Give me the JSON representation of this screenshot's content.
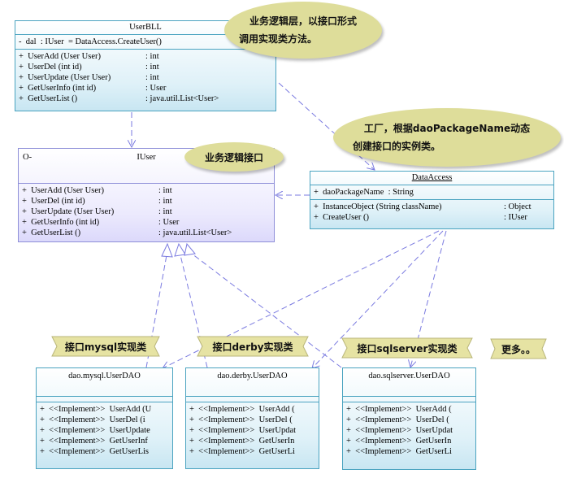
{
  "userbll": {
    "name": "UserBLL",
    "fields": [
      {
        "sig": "-  dal  : IUser  = DataAccess.CreateUser()"
      }
    ],
    "methods": [
      {
        "sig": "+  UserAdd (User User)",
        "ret": ": int"
      },
      {
        "sig": "+  UserDel (int id)",
        "ret": ": int"
      },
      {
        "sig": "+  UserUpdate (User User)",
        "ret": ": int"
      },
      {
        "sig": "+  GetUserInfo (int id)",
        "ret": ": User"
      },
      {
        "sig": "+  GetUserList ()",
        "ret": ": java.util.List<User>"
      }
    ]
  },
  "iuser": {
    "marker": "O-",
    "name": "IUser",
    "methods": [
      {
        "sig": "+  UserAdd (User User)",
        "ret": ": int"
      },
      {
        "sig": "+  UserDel (int id)",
        "ret": ": int"
      },
      {
        "sig": "+  UserUpdate (User User)",
        "ret": ": int"
      },
      {
        "sig": "+  GetUserInfo (int id)",
        "ret": ": User"
      },
      {
        "sig": "+  GetUserList ()",
        "ret": ": java.util.List<User>"
      }
    ]
  },
  "dataaccess": {
    "name": "DataAccess",
    "fields": [
      {
        "sig": "+  daoPackageName  : String"
      }
    ],
    "methods": [
      {
        "sig": "+  InstanceObject (String className)",
        "ret": ": Object"
      },
      {
        "sig": "+  CreateUser ()",
        "ret": ": IUser"
      }
    ]
  },
  "impls": [
    {
      "name": "dao.mysql.UserDAO",
      "rows": [
        "+  <<Implement>>  UserAdd (U",
        "+  <<Implement>>  UserDel (i",
        "+  <<Implement>>  UserUpdate",
        "+  <<Implement>>  GetUserInf",
        "+  <<Implement>>  GetUserLis"
      ]
    },
    {
      "name": "dao.derby.UserDAO",
      "rows": [
        "+  <<Implement>>  UserAdd (",
        "+  <<Implement>>  UserDel (",
        "+  <<Implement>>  UserUpdat",
        "+  <<Implement>>  GetUserIn",
        "+  <<Implement>>  GetUserLi"
      ]
    },
    {
      "name": "dao.sqlserver.UserDAO",
      "rows": [
        "+  <<Implement>>  UserAdd (",
        "+  <<Implement>>  UserDel (",
        "+  <<Implement>>  UserUpdat",
        "+  <<Implement>>  GetUserIn",
        "+  <<Implement>>  GetUserLi"
      ]
    }
  ],
  "notes": {
    "bll": [
      "业务逻辑层，以接口形式",
      "调用实现类方法。"
    ],
    "factory": [
      "工厂，根据daoPackageName动态",
      "创建接口的实例类。"
    ],
    "iface": "业务逻辑接口"
  },
  "banners": {
    "mysql": "接口mysql实现类",
    "derby": "接口derby实现类",
    "sqlserver": "接口sqlserver实现类",
    "more": "更多。。"
  },
  "colors": {
    "class_border_blue": "#4aa3c0",
    "class_border_purple": "#8e8fd8",
    "connector": "#7a7ae0",
    "note_fill": "#dedd9a",
    "banner_fill": "#e6e3a3"
  }
}
